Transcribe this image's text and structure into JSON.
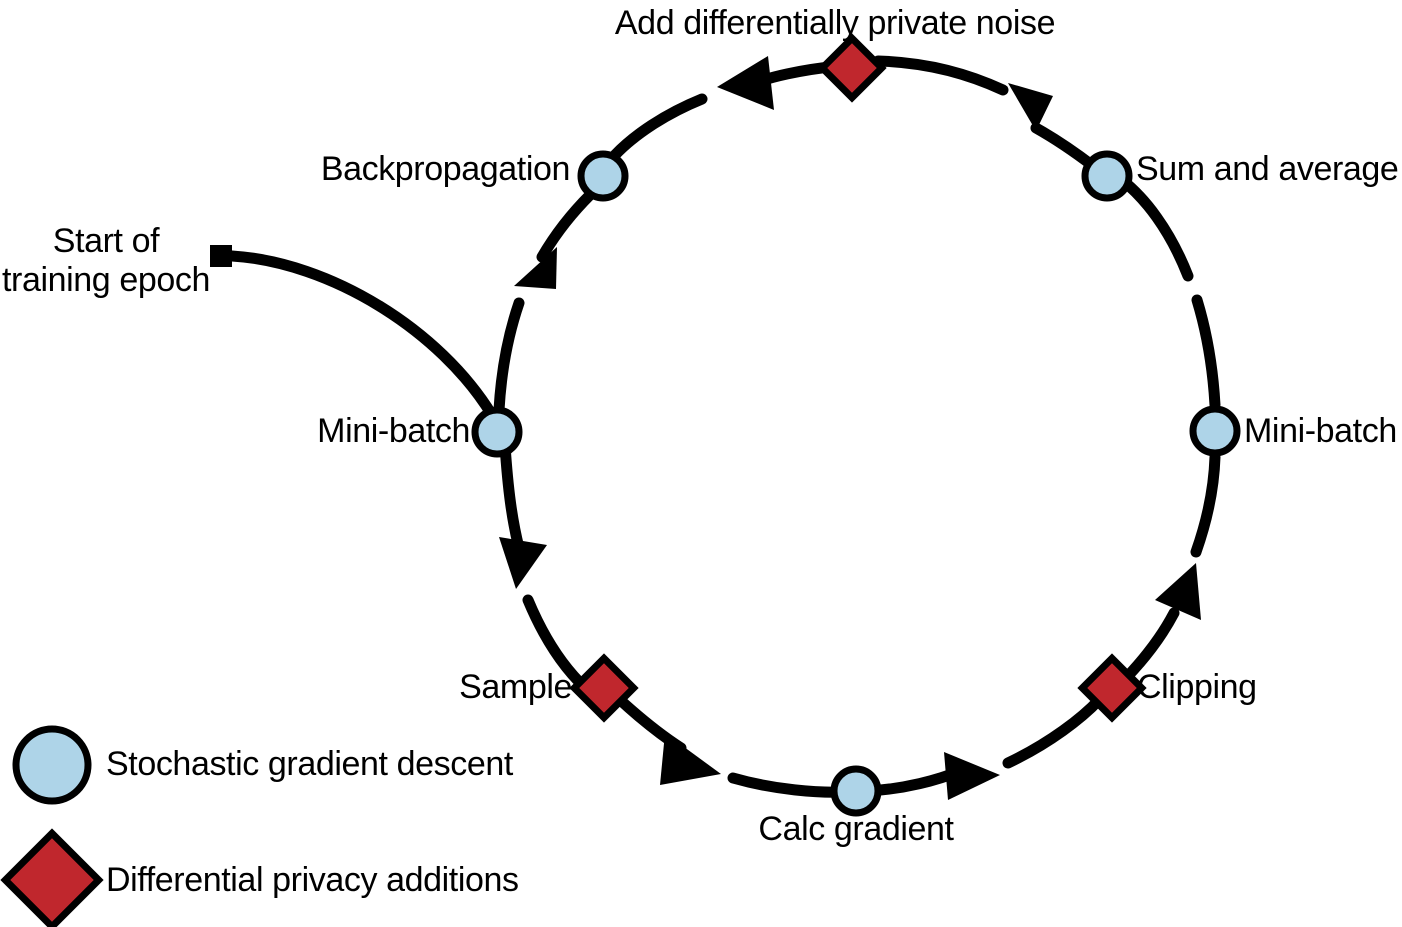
{
  "diagram": {
    "title": "Add differentially private noise",
    "colors": {
      "sgd_node_fill": "#AED4E8",
      "dp_node_fill": "#C0272D",
      "stroke": "#000000",
      "background": "#FFFFFF"
    },
    "start_marker": {
      "label_line1": "Start of",
      "label_line2": "training epoch",
      "shape": "square"
    },
    "nodes": [
      {
        "id": "mini-batch-left",
        "label": "Mini-batch",
        "shape": "circle",
        "category": "sgd"
      },
      {
        "id": "sample",
        "label": "Sample",
        "shape": "diamond",
        "category": "dp"
      },
      {
        "id": "calc-gradient",
        "label": "Calc gradient",
        "shape": "circle",
        "category": "sgd"
      },
      {
        "id": "clipping",
        "label": "Clipping",
        "shape": "diamond",
        "category": "dp"
      },
      {
        "id": "mini-batch-right",
        "label": "Mini-batch",
        "shape": "circle",
        "category": "sgd"
      },
      {
        "id": "sum-and-average",
        "label": "Sum and average",
        "shape": "circle",
        "category": "sgd"
      },
      {
        "id": "add-noise",
        "label": "Add differentially private noise",
        "shape": "diamond",
        "category": "dp"
      },
      {
        "id": "backpropagation",
        "label": "Backpropagation",
        "shape": "circle",
        "category": "sgd"
      }
    ],
    "legend": [
      {
        "shape": "circle",
        "label": "Stochastic gradient descent"
      },
      {
        "shape": "diamond",
        "label": "Differential privacy additions"
      }
    ]
  }
}
